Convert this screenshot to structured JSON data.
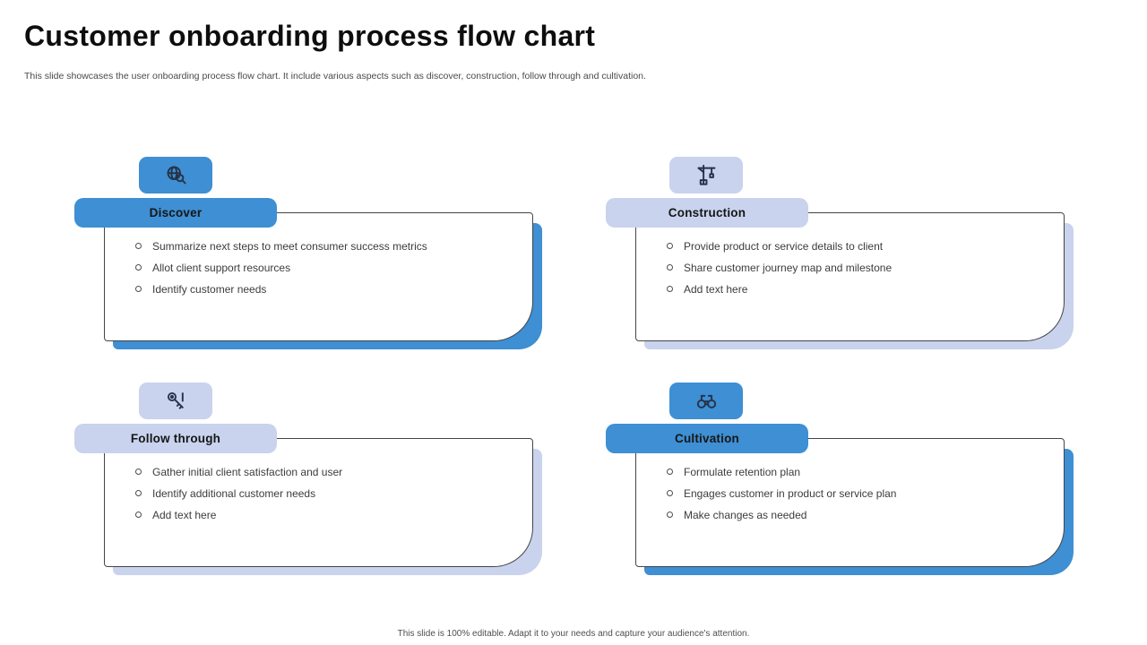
{
  "slide": {
    "title": "Customer onboarding process flow chart",
    "subtitle": "This slide showcases the user onboarding process flow chart. It include various aspects such as discover, construction, follow through and cultivation.",
    "footer": "This slide is 100% editable.  Adapt it to your needs and capture your audience's attention."
  },
  "colors": {
    "accent_blue": "#3e8fd3",
    "accent_lavender": "#c9d3ee",
    "icon_ink": "#263248",
    "card_border": "#454545"
  },
  "cards": [
    {
      "id": "discover",
      "title": "Discover",
      "accent_hex": "#3e8fd3",
      "icon": "globe-search-icon",
      "bullets": [
        "Summarize next steps to meet consumer success metrics",
        "Allot client support resources",
        "Identify customer needs"
      ]
    },
    {
      "id": "construction",
      "title": "Construction",
      "accent_hex": "#c9d3ee",
      "icon": "crane-icon",
      "bullets": [
        "Provide product or service details to client",
        "Share customer journey map and milestone",
        "Add text here"
      ]
    },
    {
      "id": "follow-through",
      "title": "Follow through",
      "accent_hex": "#c9d3ee",
      "icon": "key-icon",
      "bullets": [
        "Gather initial client satisfaction and user",
        "Identify additional customer needs",
        "Add text here"
      ]
    },
    {
      "id": "cultivation",
      "title": "Cultivation",
      "accent_hex": "#3e8fd3",
      "icon": "binoculars-icon",
      "bullets": [
        "Formulate retention plan",
        "Engages customer in product or service plan",
        "Make changes as needed"
      ]
    }
  ]
}
